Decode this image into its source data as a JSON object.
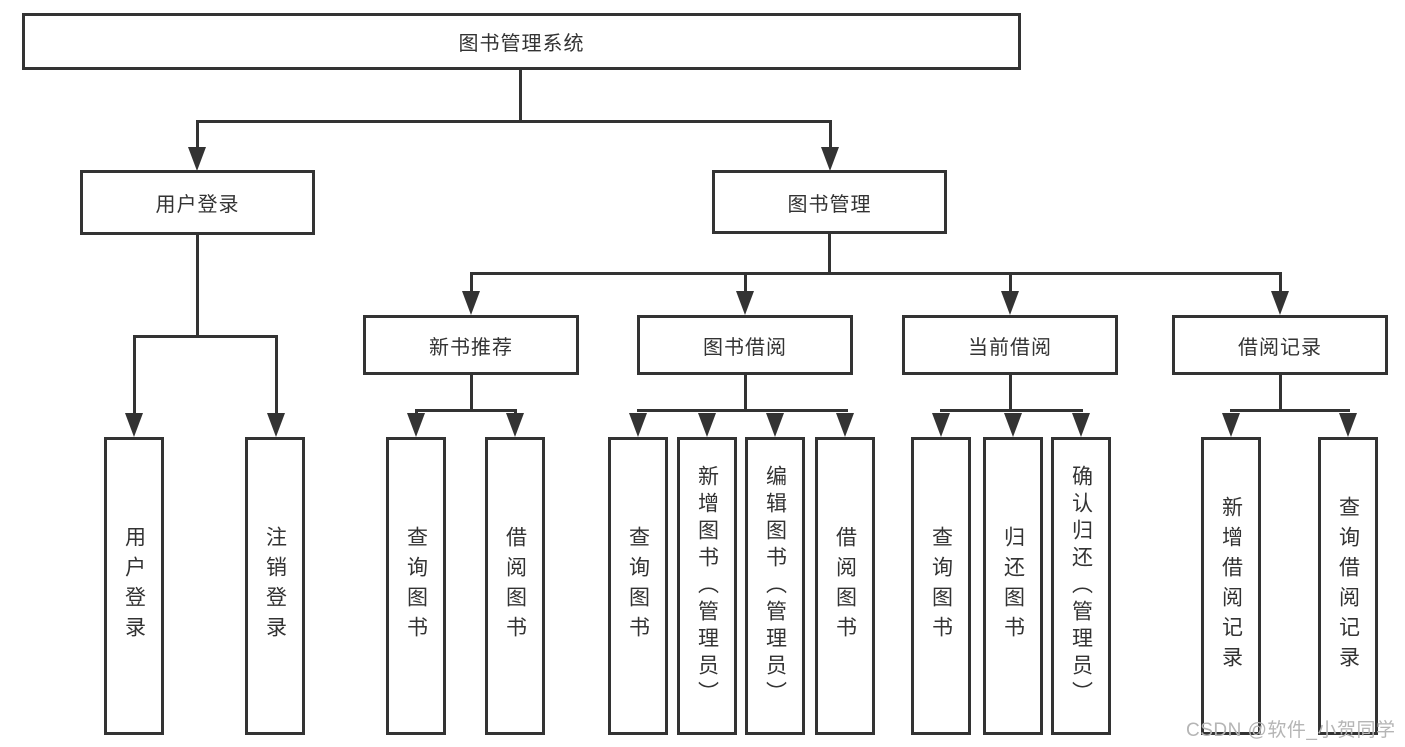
{
  "diagram": {
    "root": {
      "label": "图书管理系统"
    },
    "level2": [
      {
        "label": "用户登录",
        "children": [
          "用户登录",
          "注销登录"
        ]
      },
      {
        "label": "图书管理"
      }
    ],
    "level3": [
      {
        "label": "新书推荐",
        "children": [
          "查询图书",
          "借阅图书"
        ]
      },
      {
        "label": "图书借阅",
        "children": [
          "查询图书",
          "新增图书（管理员）",
          "编辑图书（管理员）",
          "借阅图书"
        ]
      },
      {
        "label": "当前借阅",
        "children": [
          "查询图书",
          "归还图书",
          "确认归还（管理员）"
        ]
      },
      {
        "label": "借阅记录",
        "children": [
          "新增借阅记录",
          "查询借阅记录"
        ]
      }
    ]
  },
  "watermark": {
    "text": "CSDN @软件_小贺同学"
  },
  "colors": {
    "line": "#333333",
    "box_background": "#ffffff",
    "text": "#333333",
    "watermark": "#b5b5b5"
  }
}
